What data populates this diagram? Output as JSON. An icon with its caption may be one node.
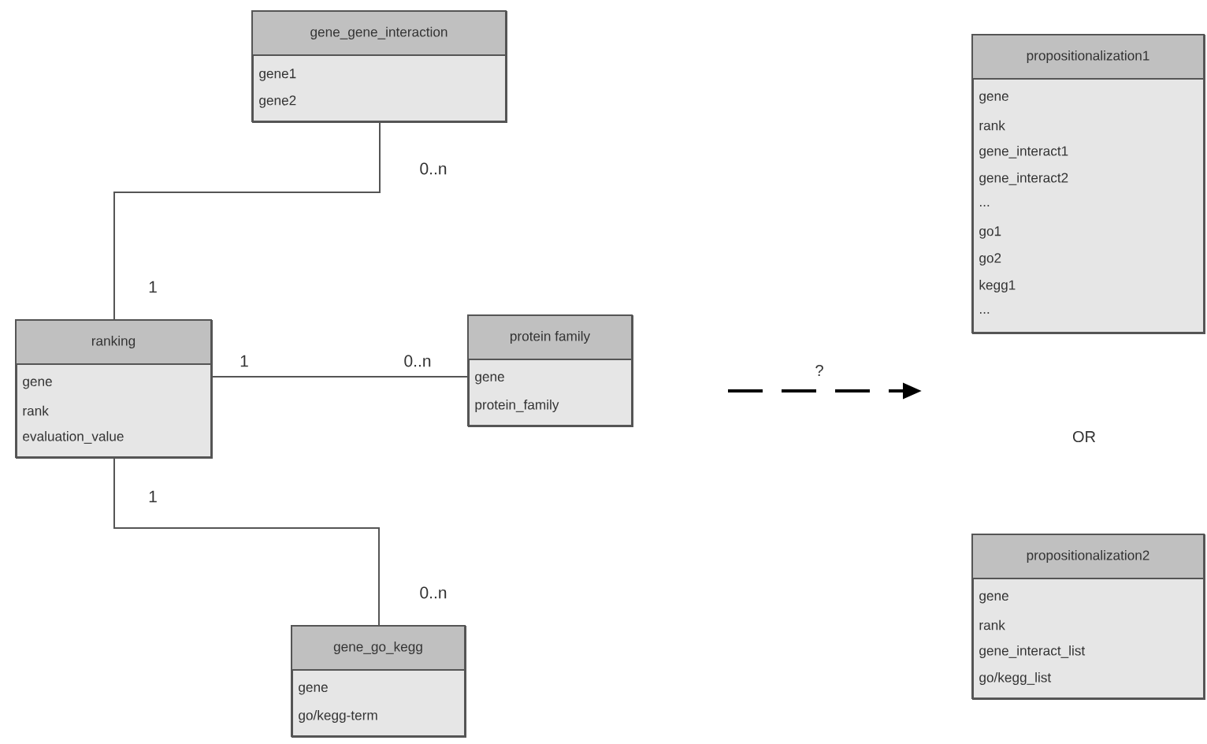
{
  "diagram": {
    "nodes": [
      {
        "text": [
          "gene_gene_interaction",
          "gene1",
          "gene2"
        ]
      },
      {
        "text": [
          "ranking",
          "gene",
          "rank",
          "evaluation_value"
        ]
      },
      {
        "text": [
          "protein family",
          "gene",
          "protein_family"
        ]
      },
      {
        "text": [
          "gene_go_kegg",
          "gene",
          "go/kegg-term"
        ]
      },
      {
        "text": [
          "propositionalization1",
          "gene",
          "rank",
          "gene_interact1",
          "gene_interact2",
          "...",
          "go1",
          "go2",
          "kegg1",
          "..."
        ]
      },
      {
        "text": [
          "propositionalization2",
          "gene",
          "rank",
          "gene_interact_list",
          "go/kegg_list"
        ]
      }
    ],
    "edges": [
      {
        "from": 1,
        "to": 0,
        "arrow": "none"
      },
      {
        "from": 1,
        "to": 2,
        "arrow": "none"
      },
      {
        "from": 1,
        "to": 3,
        "arrow": "none"
      }
    ],
    "labels": [
      "0..n",
      "1",
      "1",
      "0..n",
      "1",
      "0..n",
      "?",
      "OR"
    ]
  }
}
